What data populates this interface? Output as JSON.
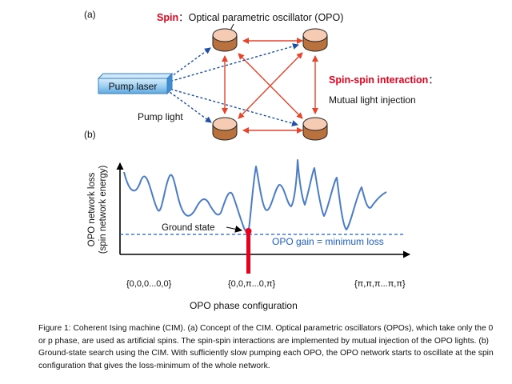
{
  "panel_a": {
    "label": "(a)",
    "spin_word": "Spin",
    "spin_rest": "：Optical parametric oscillator (OPO)",
    "interaction_word": "Spin-spin interaction",
    "interaction_colon": "：",
    "interaction_sub": "Mutual light injection",
    "pump_laser": "Pump laser",
    "pump_light": "Pump light"
  },
  "panel_b": {
    "label": "(b)",
    "ylabel_line1": "OPO network loss",
    "ylabel_line2": "(spin network energy)",
    "ground_state": "Ground state",
    "gain_label": "OPO gain = minimum loss",
    "tick_left": "{0,0,0...0,0}",
    "tick_mid": "{0,0,π...0,π}",
    "tick_right": "{π,π,π...π,π}",
    "xlabel": "OPO phase configuration"
  },
  "caption": "Figure 1: Coherent Ising machine (CIM). (a) Concept of the CIM. Optical parametric oscillators (OPOs), which take only the 0 or p phase, are used as artificial spins. The spin-spin interactions are implemented by mutual injection of the OPO lights. (b) Ground-state search using the CIM. With sufficiently slow pumping each OPO, the OPO network starts to oscillate at the spin configuration that gives the loss-minimum of the whole network.",
  "colors": {
    "spin_red": "#e8001c",
    "arrow_orange": "#e8442a",
    "pump_blue": "#1e4fa8",
    "gain_blue": "#1f5fcc",
    "curve_blue": "#4a7cc7",
    "opo_side": "#b9713e",
    "opo_top": "#f6cbb4"
  },
  "icons": [
    "opo-cylinder-icon",
    "pump-laser-box"
  ]
}
